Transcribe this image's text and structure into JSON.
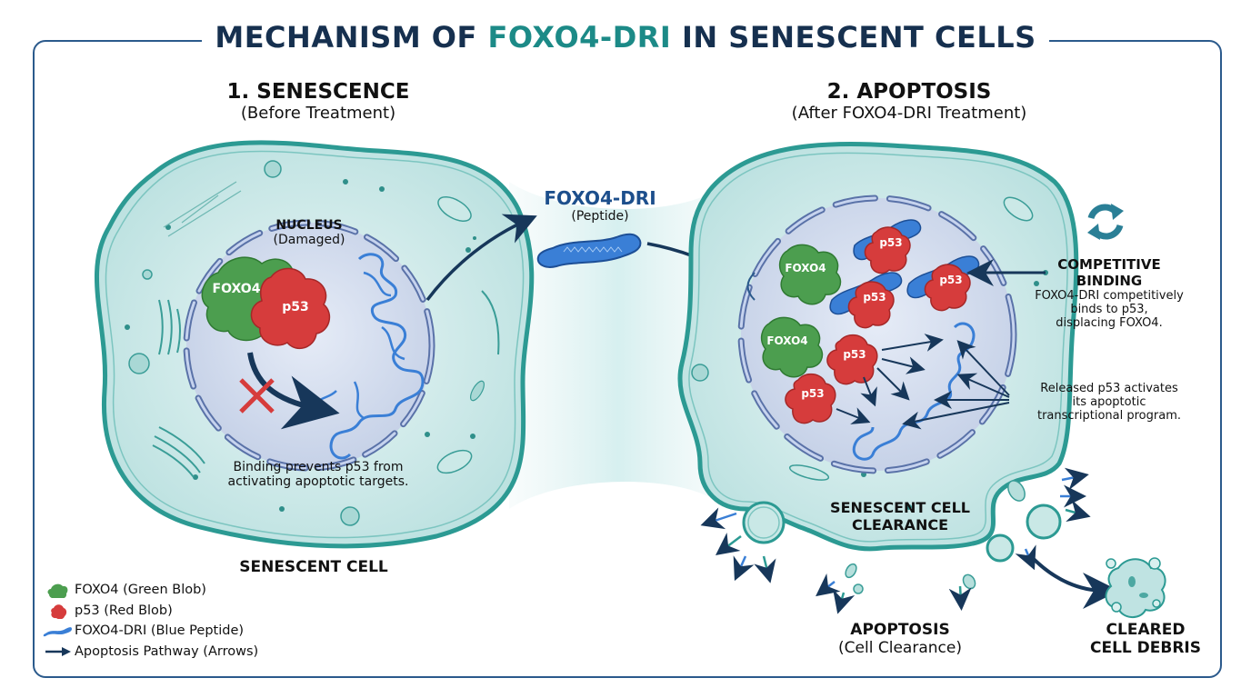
{
  "title": {
    "prefix": "MECHANISM OF ",
    "accent": "FOXO4-DRI",
    "suffix": " IN SENESCENT CELLS"
  },
  "colors": {
    "title": "#16304f",
    "accent": "#1c8a87",
    "foxo4": "#4c9e4f",
    "p53": "#d63c3c",
    "peptide": "#3a7fd6",
    "arrow": "#17375a",
    "cell": "#bfe3e2",
    "cell_border": "#2c9a93",
    "nucleus": "#cfd9ec",
    "block": "#d63c3c"
  },
  "panel_before": {
    "heading": "1. SENESCENCE",
    "subheading": "(Before Treatment)",
    "nucleus_label": "NUCLEUS",
    "nucleus_sublabel": "(Damaged)",
    "foxo4_label": "FOXO4",
    "p53_label": "p53",
    "caption_line1": "Binding prevents p53 from",
    "caption_line2": "activating apoptotic targets.",
    "cell_label": "SENESCENT CELL"
  },
  "peptide": {
    "label": "FOXO4-DRI",
    "sublabel": "(Peptide)"
  },
  "panel_after": {
    "heading": "2. APOPTOSIS",
    "subheading": "(After FOXO4-DRI Treatment)",
    "foxo4_labels": [
      "FOXO4",
      "FOXO4"
    ],
    "p53_labels": [
      "p53",
      "p53",
      "p53",
      "p53",
      "p53"
    ],
    "competitive_title_line1": "COMPETITIVE",
    "competitive_title_line2": "BINDING",
    "competitive_text_line1": "FOXO4-DRI competitively",
    "competitive_text_line2": "binds to p53,",
    "competitive_text_line3": "displacing FOXO4.",
    "released_line1": "Released p53 activates",
    "released_line2": "its apoptotic",
    "released_line3": "transcriptional program.",
    "clearance_line1": "SENESCENT CELL",
    "clearance_line2": "CLEARANCE",
    "apoptosis_line1": "APOPTOSIS",
    "apoptosis_line2": "(Cell Clearance)",
    "debris_line1": "CLEARED",
    "debris_line2": "CELL DEBRIS"
  },
  "legend": [
    {
      "icon": "foxo4-blob-icon",
      "label": "FOXO4 (Green Blob)"
    },
    {
      "icon": "p53-blob-icon",
      "label": "p53 (Red Blob)"
    },
    {
      "icon": "peptide-icon",
      "label": "FOXO4-DRI (Blue Peptide)"
    },
    {
      "icon": "arrow-icon",
      "label": "Apoptosis Pathway (Arrows)"
    }
  ]
}
